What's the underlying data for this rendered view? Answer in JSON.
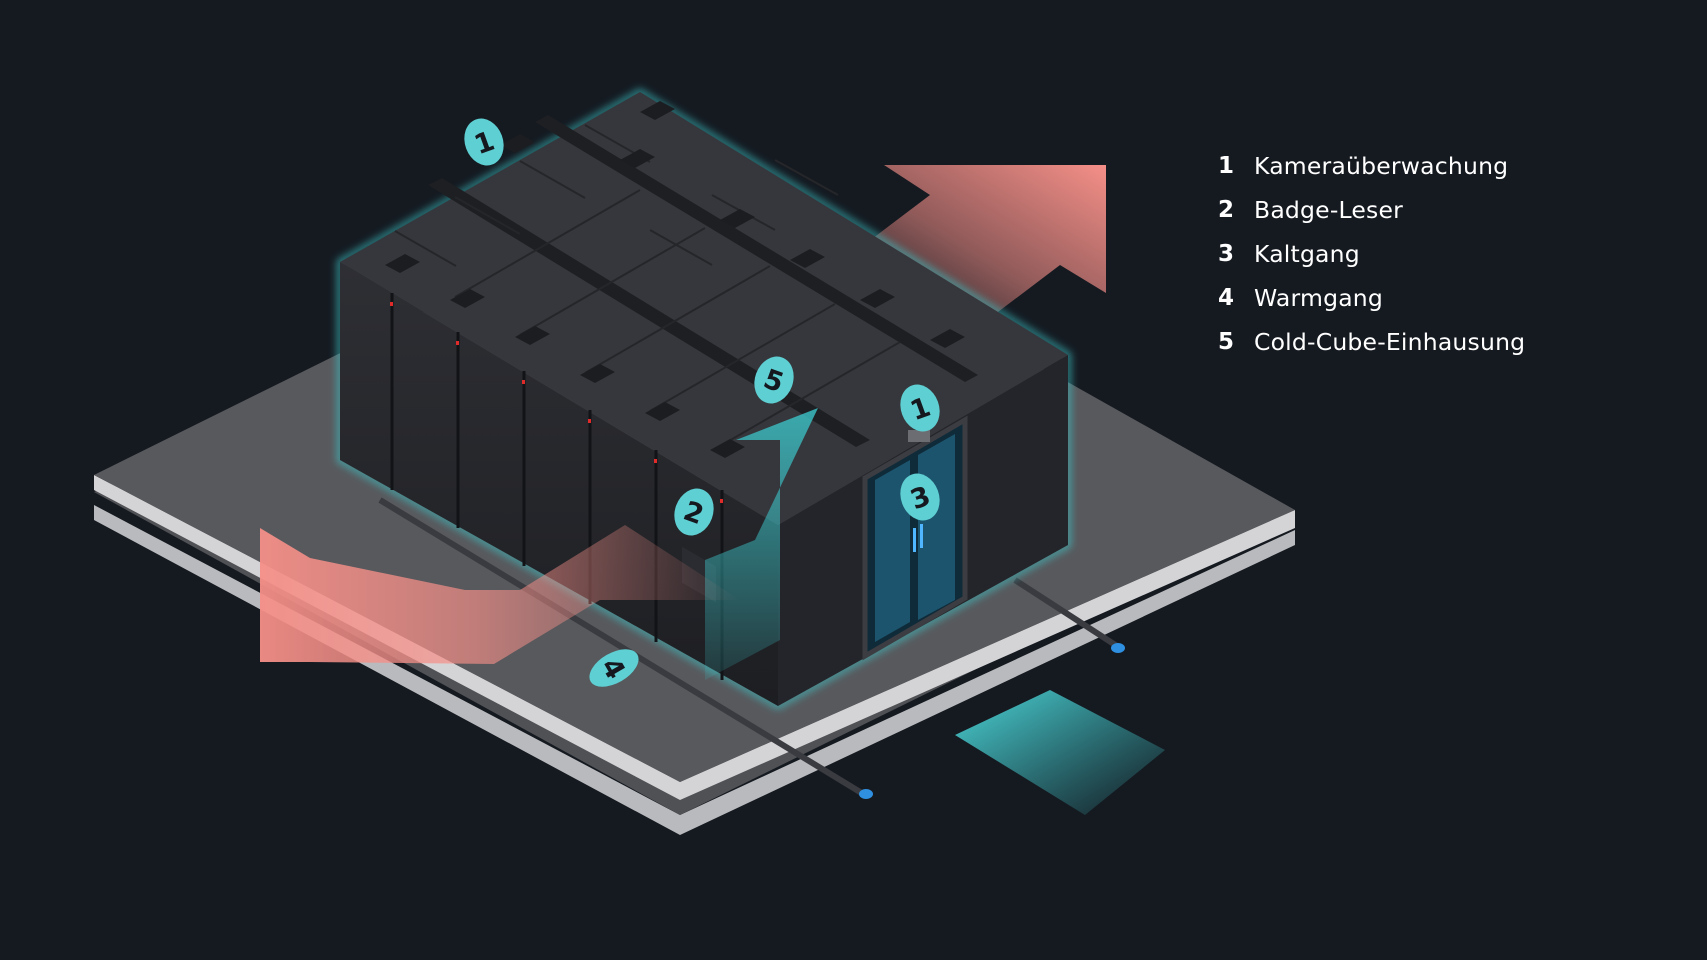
{
  "legend": [
    {
      "number": "1",
      "label": "Kameraüberwachung"
    },
    {
      "number": "2",
      "label": "Badge-Leser"
    },
    {
      "number": "3",
      "label": "Kaltgang"
    },
    {
      "number": "4",
      "label": "Warmgang"
    },
    {
      "number": "5",
      "label": "Cold-Cube-Einhausung"
    }
  ],
  "markers": {
    "camera_left": "1",
    "camera_right": "1",
    "badge_reader": "2",
    "cold_aisle": "3",
    "hot_aisle": "4",
    "containment": "5"
  },
  "colors": {
    "background": "#151a21",
    "floor": "#58595d",
    "floor_edge": "#d4d4d6",
    "rack": "#2a2b30",
    "rack_top": "#37383d",
    "marker": "#5ecfd2",
    "cold_air": "#3bc7cb",
    "hot_air": "#f58f88"
  }
}
